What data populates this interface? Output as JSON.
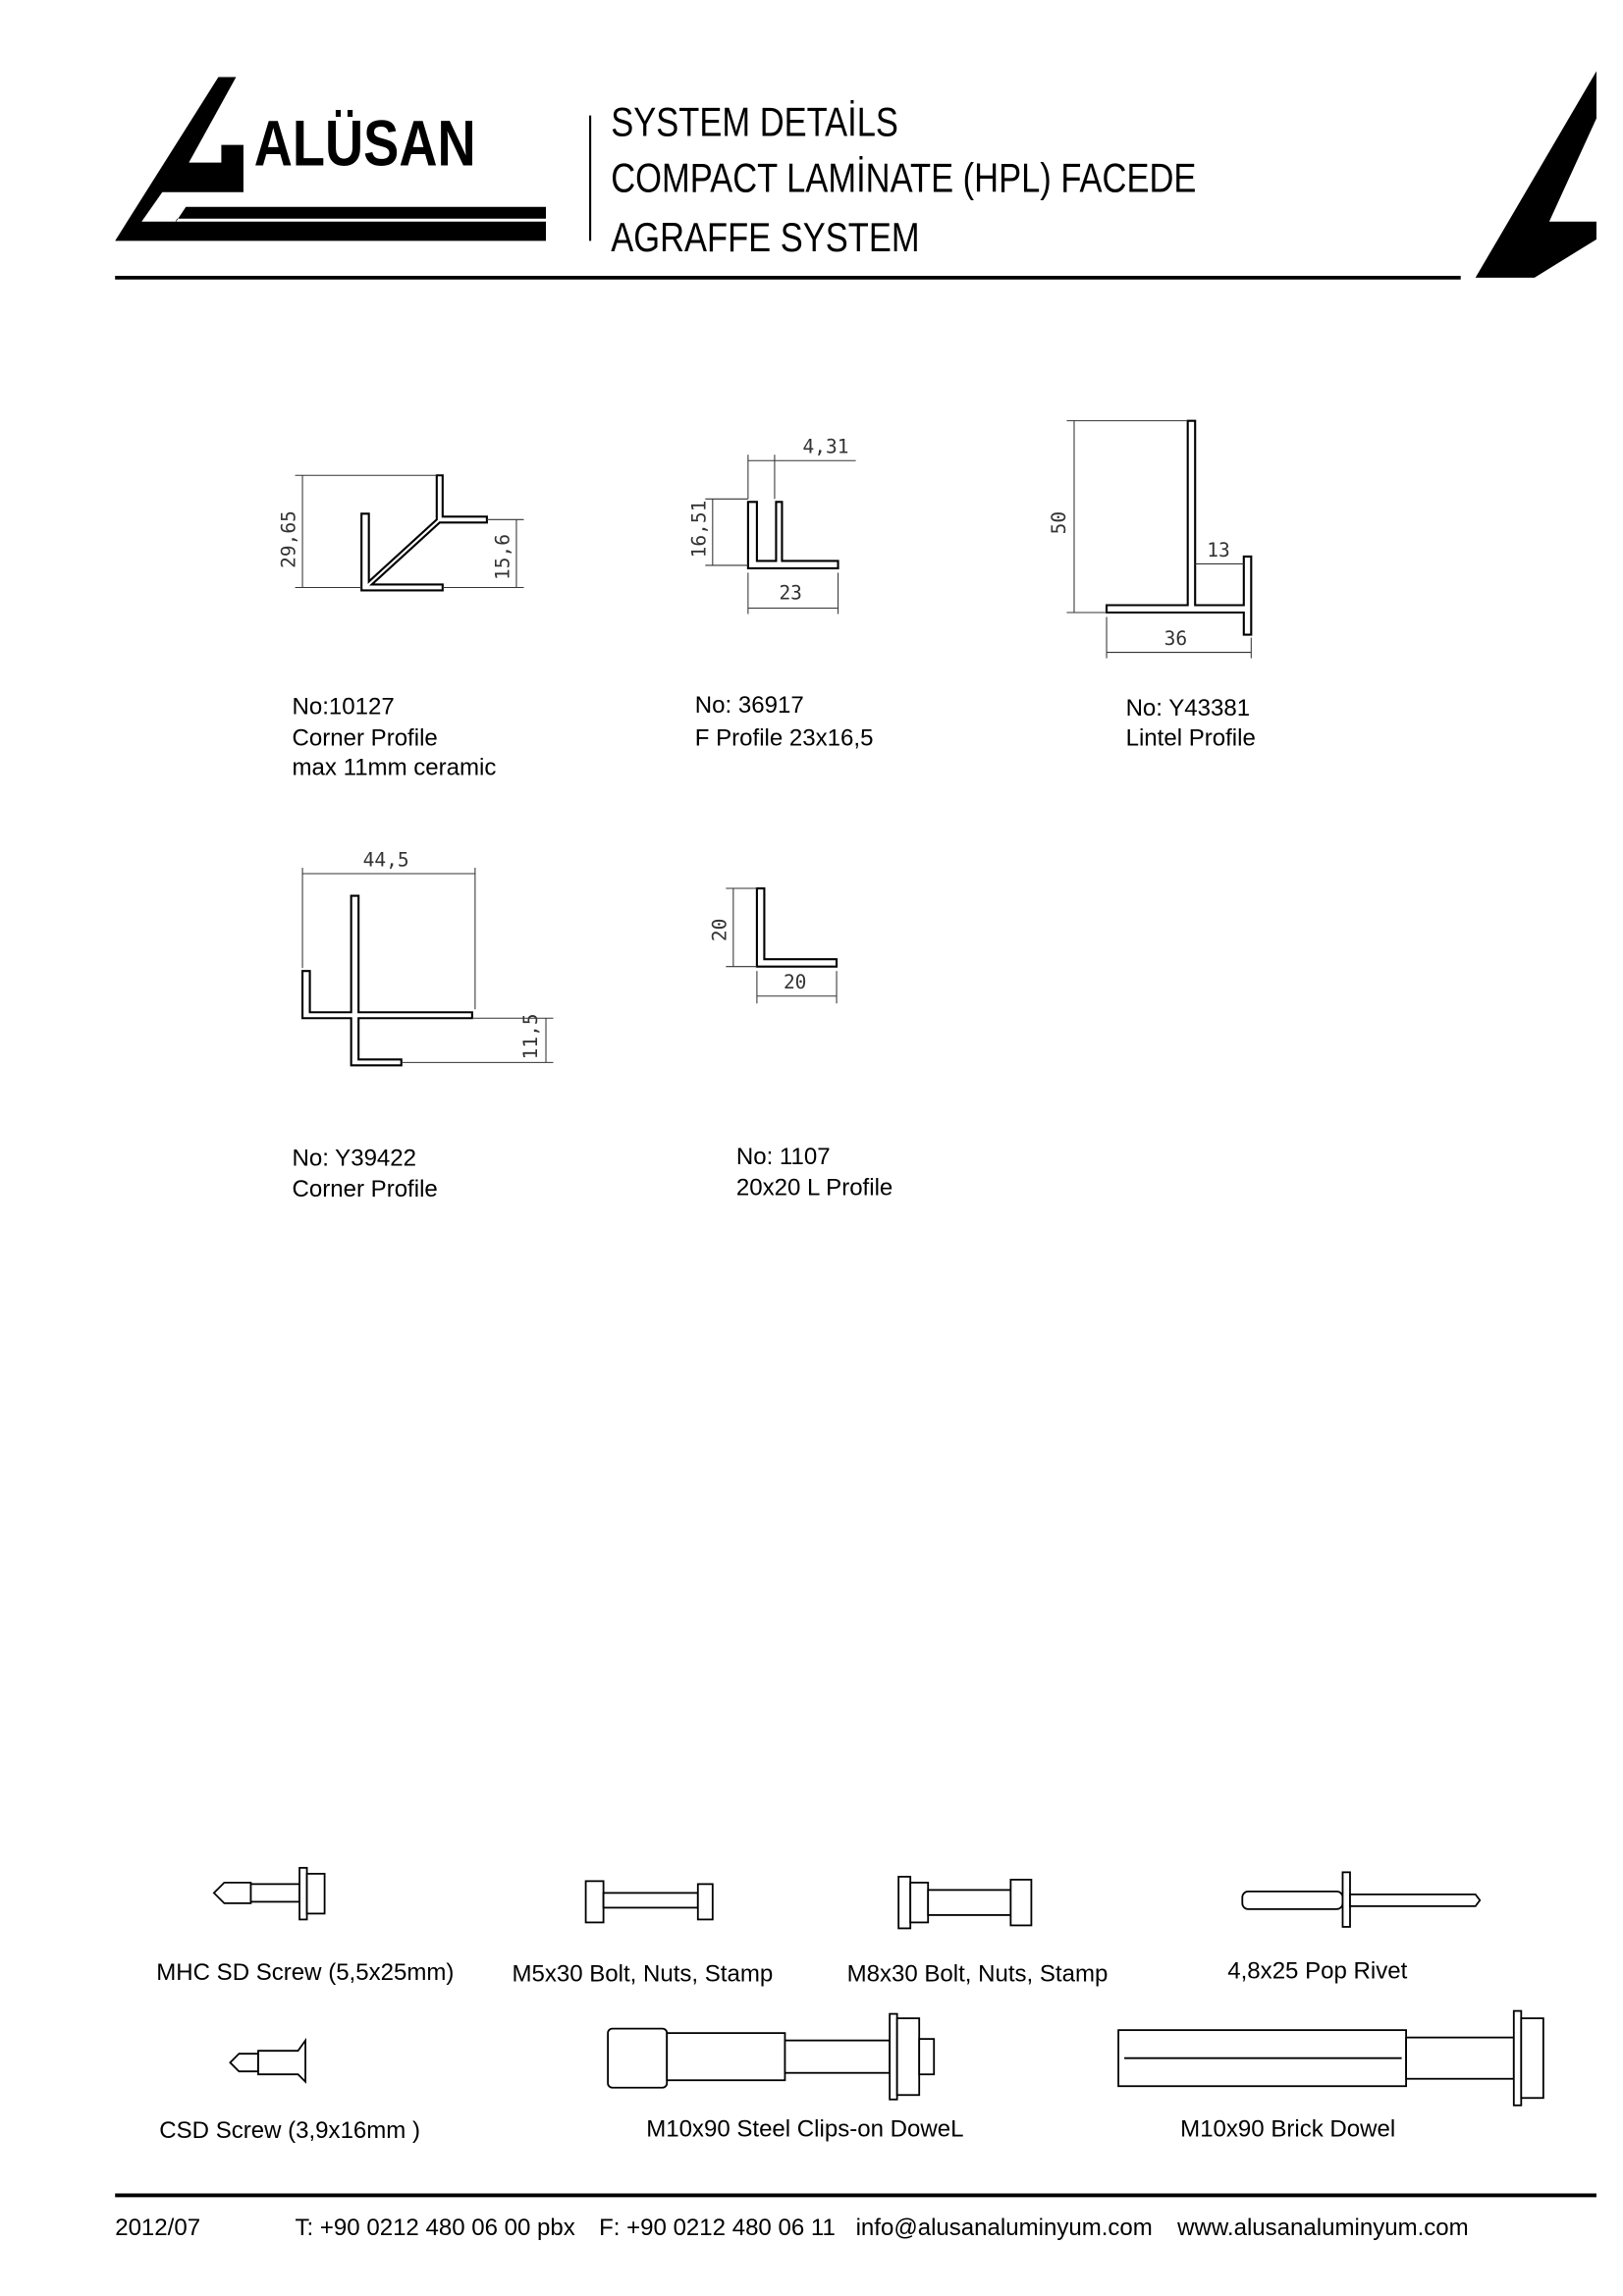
{
  "header": {
    "logo_text": "ALÜSAN",
    "logo_subtitle": "Alüminyum Sanayi ve Tic. A.Ş.",
    "title_lines": [
      "SYSTEM DETAİLS",
      "COMPACT LAMİNATE (HPL) FACEDE",
      "AGRAFFE SYSTEM"
    ]
  },
  "profiles": [
    {
      "no": "No:10127",
      "name": "Corner Profile",
      "note": "max 11mm ceramic",
      "dims": [
        "29,65",
        "15,6"
      ]
    },
    {
      "no": "No: 36917",
      "name": "F Profile 23x16,5",
      "dims": [
        "4,31",
        "16,51",
        "23"
      ]
    },
    {
      "no": "No: Y43381",
      "name": "Lintel Profile",
      "dims": [
        "50",
        "13",
        "36"
      ]
    },
    {
      "no": "No: Y39422",
      "name": "Corner Profile",
      "dims": [
        "44,5",
        "11,5"
      ]
    },
    {
      "no": "No: 1107",
      "name": "20x20 L Profile",
      "dims": [
        "20",
        "20"
      ]
    }
  ],
  "hardware": [
    "MHC SD Screw (5,5x25mm)",
    "M5x30 Bolt, Nuts, Stamp",
    "M8x30 Bolt, Nuts, Stamp",
    "4,8x25 Pop Rivet",
    "CSD Screw (3,9x16mm )",
    "M10x90 Steel Clips-on DoweL",
    "M10x90 Brick Dowel"
  ],
  "footer": {
    "date": "2012/07",
    "phone": "T: +90 0212 480 06 00 pbx",
    "fax": "F: +90 0212 480 06 11",
    "email": "info@alusanaluminyum.com",
    "web": "www.alusanaluminyum.com"
  }
}
